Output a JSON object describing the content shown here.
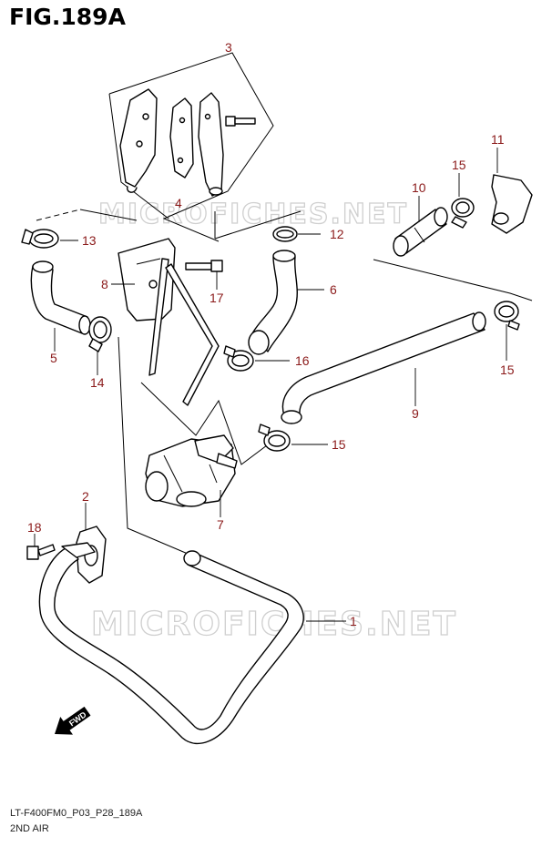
{
  "figure": {
    "title": "FIG.189A",
    "code": "LT-F400FM0_P03_P28_189A",
    "name": "2ND AIR"
  },
  "watermark": "MICROFICHES.NET",
  "fwd_label": "FWD",
  "callouts": [
    {
      "id": "c3",
      "text": "3"
    },
    {
      "id": "c4",
      "text": "4"
    },
    {
      "id": "c11",
      "text": "11"
    },
    {
      "id": "c15a",
      "text": "15"
    },
    {
      "id": "c10",
      "text": "10"
    },
    {
      "id": "c13",
      "text": "13"
    },
    {
      "id": "c12",
      "text": "12"
    },
    {
      "id": "c8",
      "text": "8"
    },
    {
      "id": "c17",
      "text": "17"
    },
    {
      "id": "c6",
      "text": "6"
    },
    {
      "id": "c5",
      "text": "5"
    },
    {
      "id": "c14",
      "text": "14"
    },
    {
      "id": "c16",
      "text": "16"
    },
    {
      "id": "c15b",
      "text": "15"
    },
    {
      "id": "c9",
      "text": "9"
    },
    {
      "id": "c15c",
      "text": "15"
    },
    {
      "id": "c7",
      "text": "7"
    },
    {
      "id": "c2",
      "text": "2"
    },
    {
      "id": "c18",
      "text": "18"
    },
    {
      "id": "c1",
      "text": "1"
    }
  ],
  "colors": {
    "callout": "#8b1a1a",
    "line": "#000000",
    "watermark": "#cfcfcf"
  }
}
